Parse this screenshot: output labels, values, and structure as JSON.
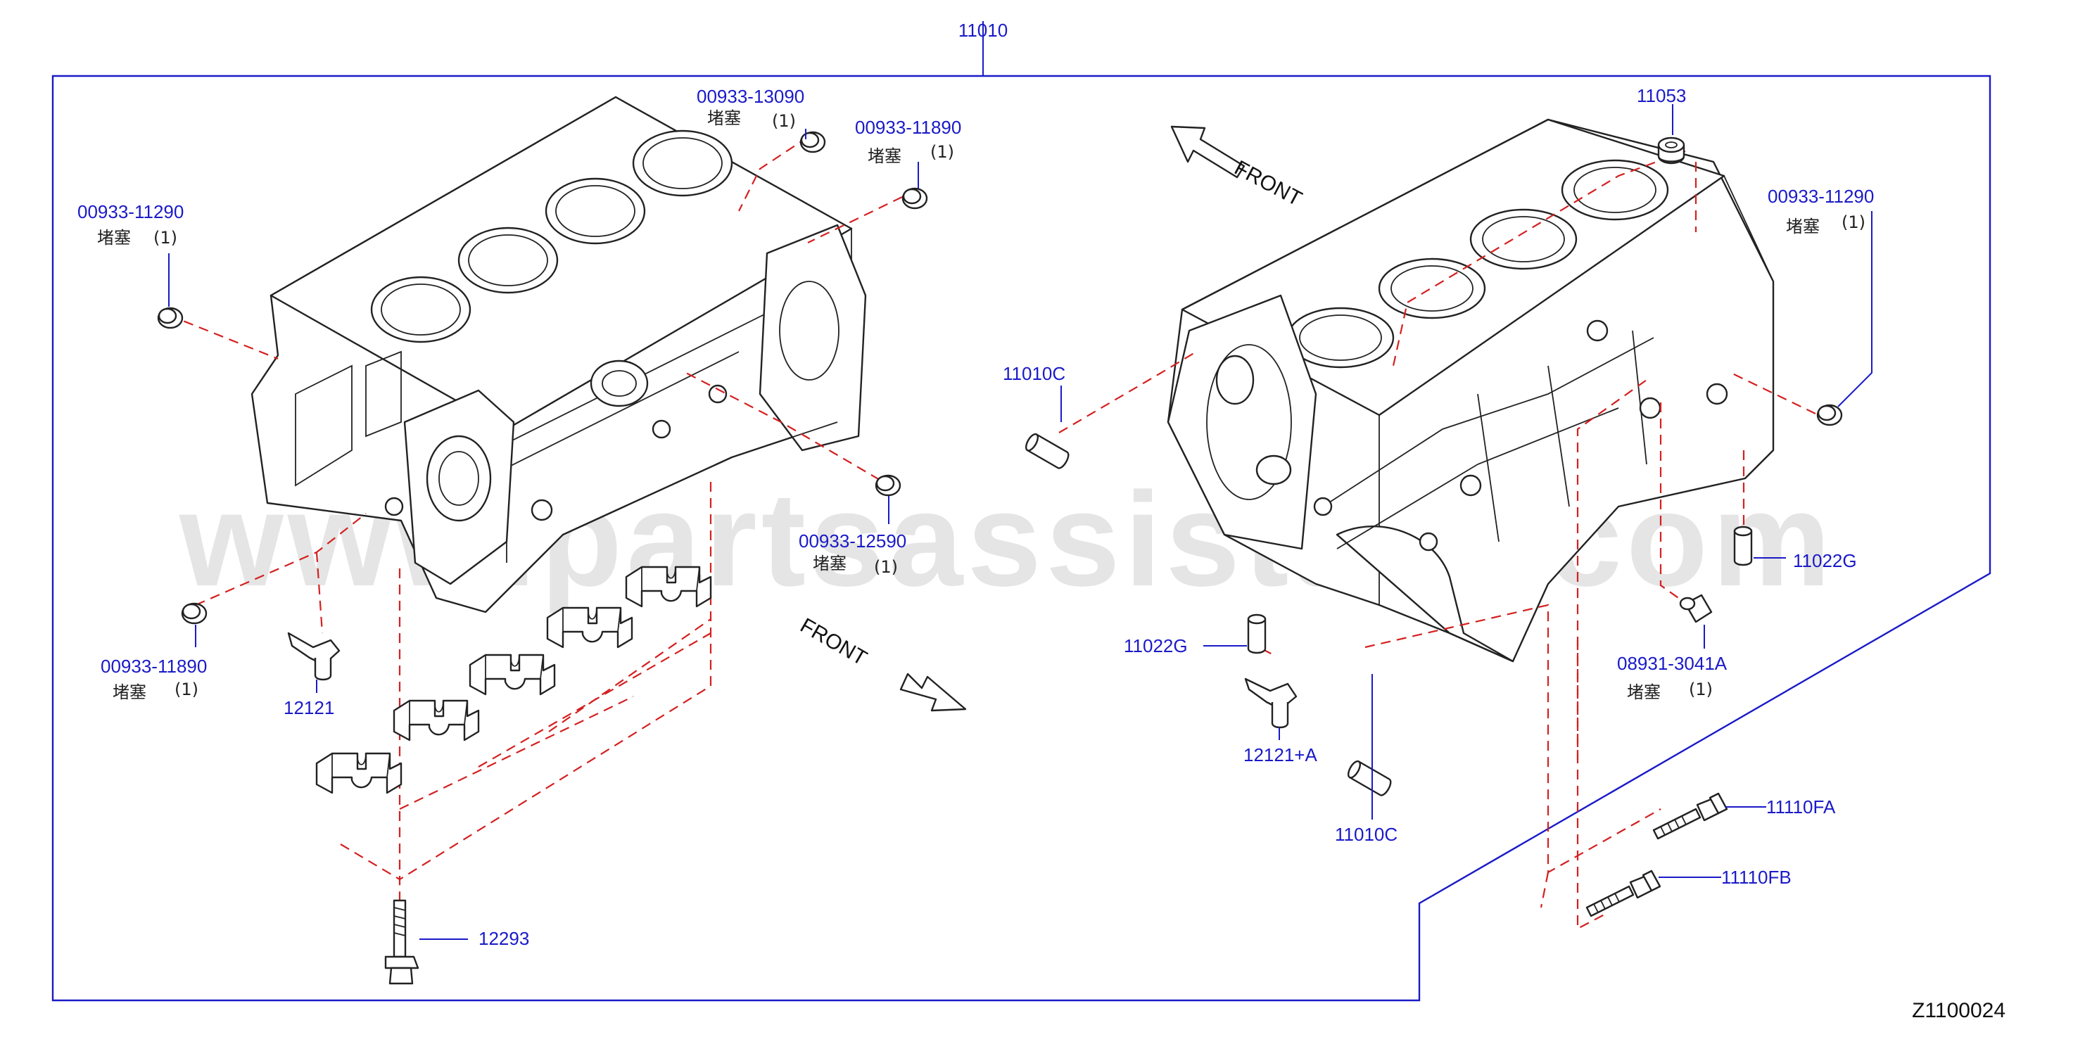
{
  "diagram_id": "Z1100024",
  "watermark": "www.partsassistant.com",
  "assembly_label": "11010",
  "front_labels": [
    "FRONT",
    "FRONT"
  ],
  "plug_word": "堵塞",
  "callouts": {
    "p13090": {
      "part": "00933-13090",
      "sub": "堵塞",
      "qty": "(1)"
    },
    "p11890a": {
      "part": "00933-11890",
      "sub": "堵塞",
      "qty": "(1)"
    },
    "p11290a": {
      "part": "00933-11290",
      "sub": "堵塞",
      "qty": "(1)"
    },
    "p12590": {
      "part": "00933-12590",
      "sub": "堵塞",
      "qty": "(1)"
    },
    "p11890b": {
      "part": "00933-11890",
      "sub": "堵塞",
      "qty": "(1)"
    },
    "p12121": {
      "part": "12121"
    },
    "p12293": {
      "part": "12293"
    },
    "p11053": {
      "part": "11053"
    },
    "p11290b": {
      "part": "00933-11290",
      "sub": "堵塞",
      "qty": "(1)"
    },
    "p11010c_top": {
      "part": "11010C"
    },
    "p11022g_right": {
      "part": "11022G"
    },
    "p08931": {
      "part": "08931-3041A",
      "sub": "堵塞",
      "qty": "(1)"
    },
    "p11022g_left": {
      "part": "11022G"
    },
    "p12121a": {
      "part": "12121+A"
    },
    "p11010c_bottom": {
      "part": "11010C"
    },
    "p11110fa": {
      "part": "11110FA"
    },
    "p11110fb": {
      "part": "11110FB"
    }
  }
}
